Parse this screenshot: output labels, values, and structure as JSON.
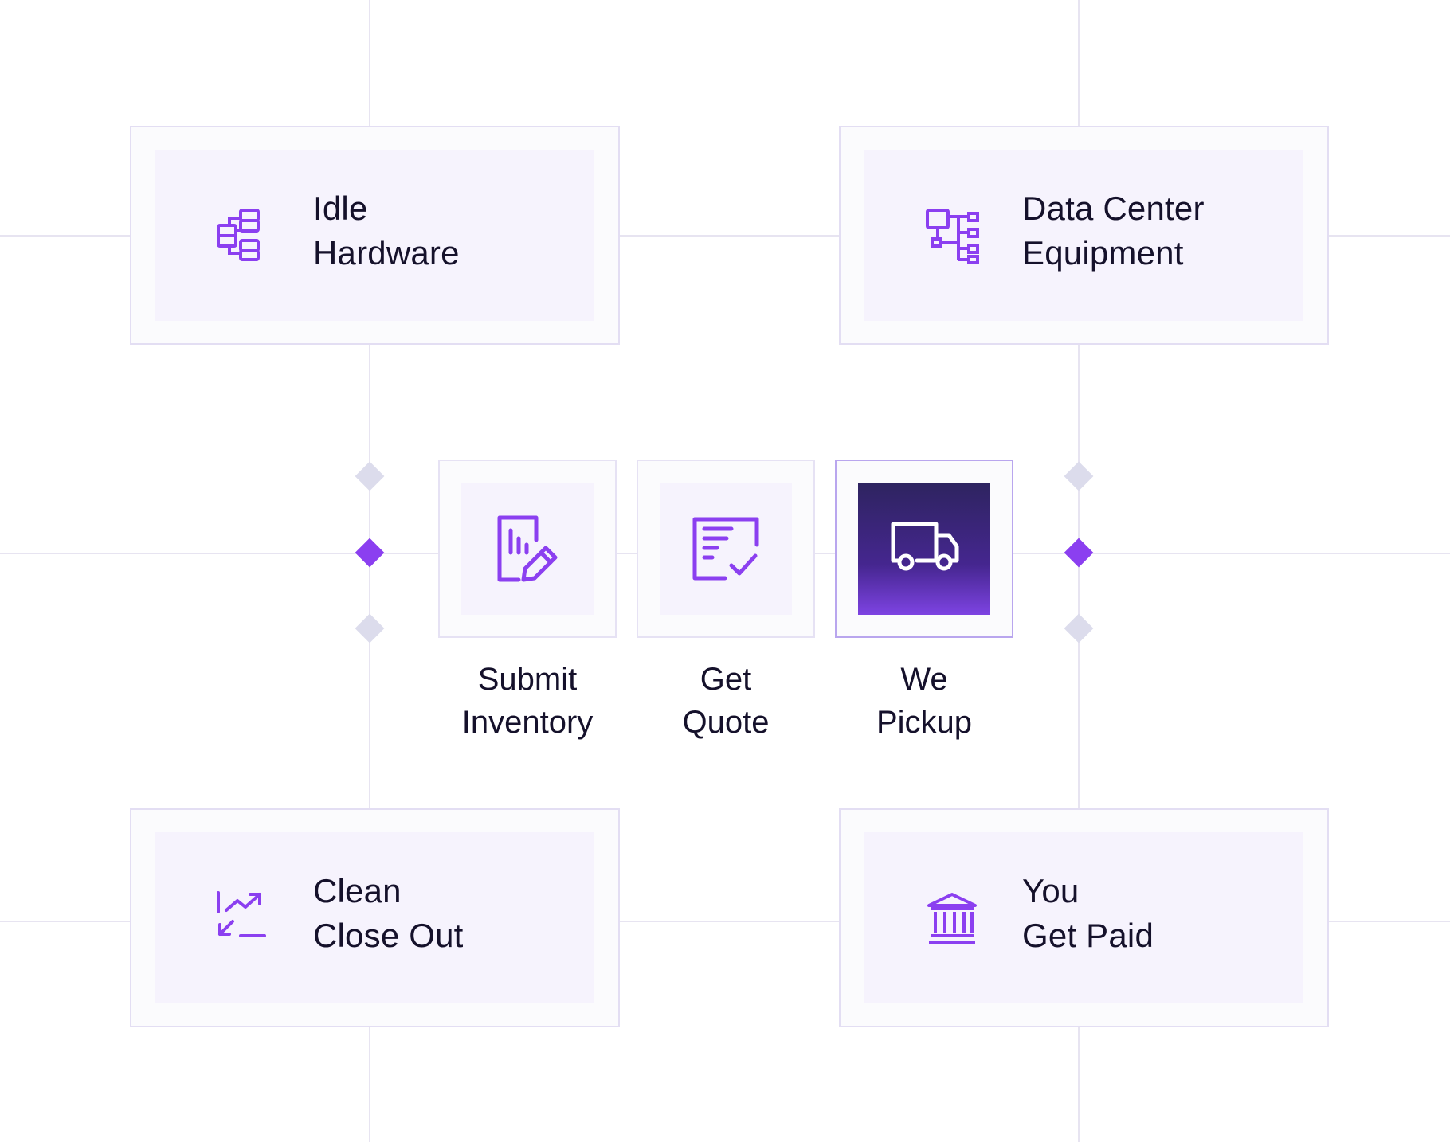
{
  "colors": {
    "accent": "#8b3ff0",
    "grid_line": "#e7e4f1",
    "card_fill": "#f6f3fd",
    "card_border": "#e3def3",
    "active_gradient_top": "#2e2460",
    "active_gradient_bottom": "#7d43e2",
    "text": "#15112b"
  },
  "categories": [
    {
      "id": "idle-hardware",
      "icon": "server-blocks-icon",
      "lines": [
        "Idle",
        "Hardware"
      ]
    },
    {
      "id": "data-center-equipment",
      "icon": "network-hierarchy-icon",
      "lines": [
        "Data Center",
        "Equipment"
      ]
    },
    {
      "id": "clean-close-out",
      "icon": "trend-arrows-icon",
      "lines": [
        "Clean",
        "Close Out"
      ]
    },
    {
      "id": "you-get-paid",
      "icon": "bank-icon",
      "lines": [
        "You",
        "Get Paid"
      ]
    }
  ],
  "steps": [
    {
      "id": "submit-inventory",
      "icon": "document-edit-icon",
      "lines": [
        "Submit",
        "Inventory"
      ],
      "active": false
    },
    {
      "id": "get-quote",
      "icon": "quote-checklist-icon",
      "lines": [
        "Get",
        "Quote"
      ],
      "active": false
    },
    {
      "id": "we-pickup",
      "icon": "truck-icon",
      "lines": [
        "We",
        "Pickup"
      ],
      "active": true
    }
  ]
}
